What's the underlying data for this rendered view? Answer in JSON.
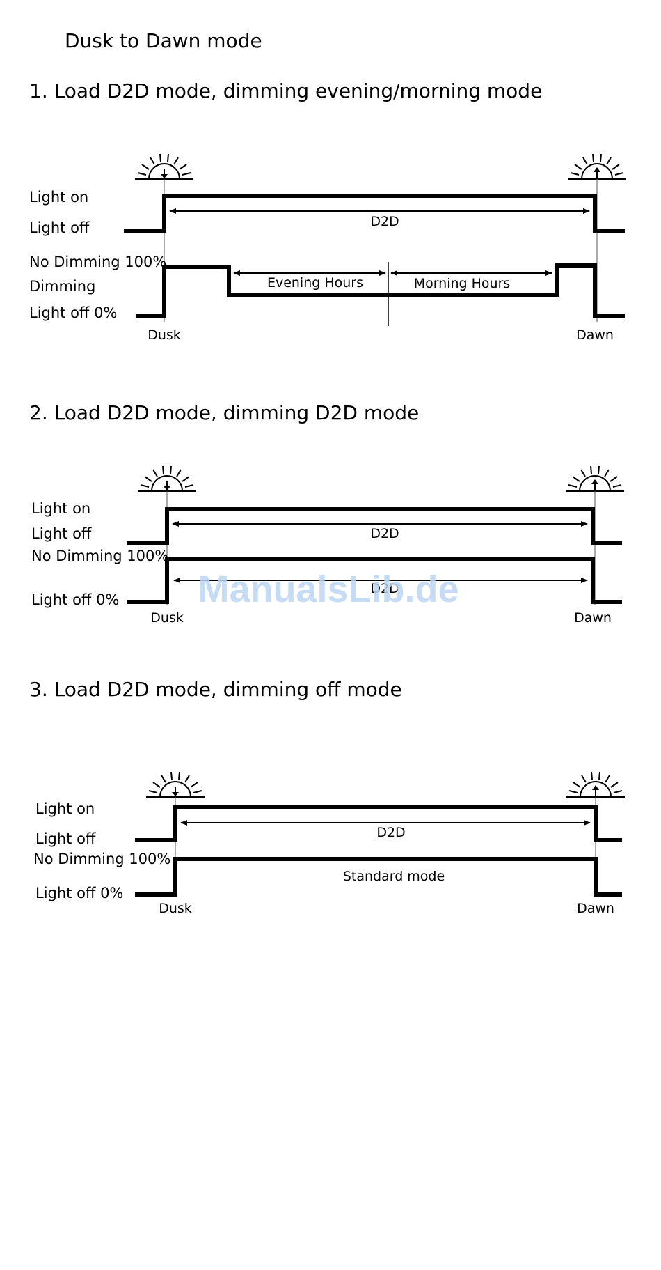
{
  "document": {
    "title": "Dusk to Dawn mode",
    "watermark": "ManualsLib.de"
  },
  "sections": [
    {
      "heading": "1. Load D2D mode, dimming evening/morning mode",
      "labels": {
        "light_on": "Light on",
        "light_off": "Light off",
        "no_dimming": "No Dimming 100%",
        "dimming": "Dimming",
        "light_off_0": "Light off 0%",
        "d2d": "D2D",
        "evening": "Evening Hours",
        "morning": "Morning Hours",
        "dusk": "Dusk",
        "dawn": "Dawn"
      }
    },
    {
      "heading": "2. Load D2D mode, dimming D2D mode",
      "labels": {
        "light_on": "Light on",
        "light_off": "Light off",
        "no_dimming": "No Dimming 100%",
        "light_off_0": "Light off 0%",
        "d2d": "D2D",
        "d2d_lower": "D2D",
        "dusk": "Dusk",
        "dawn": "Dawn"
      }
    },
    {
      "heading": "3. Load D2D mode, dimming off mode",
      "labels": {
        "light_on": "Light on",
        "light_off": "Light off",
        "no_dimming": "No Dimming 100%",
        "light_off_0": "Light off 0%",
        "d2d": "D2D",
        "standard": "Standard mode",
        "dusk": "Dusk",
        "dawn": "Dawn"
      }
    }
  ]
}
